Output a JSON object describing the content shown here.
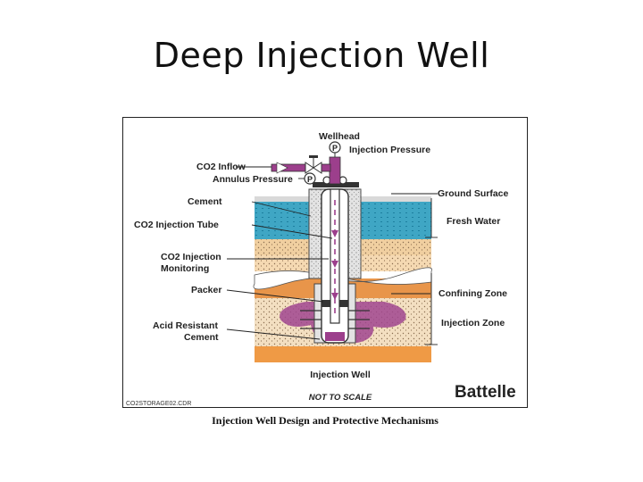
{
  "slide": {
    "title": "Deep Injection Well",
    "caption": "Injection Well Design and Protective Mechanisms"
  },
  "diagram": {
    "labels": {
      "wellhead": "Wellhead",
      "injection_pressure": "Injection Pressure",
      "co2_inflow": "CO2 Inflow",
      "annulus_pressure": "Annulus Pressure",
      "cement": "Cement",
      "co2_injection_tube": "CO2 Injection Tube",
      "co2_injection_line1": "CO2 Injection",
      "co2_injection_line2": "Monitoring",
      "packer": "Packer",
      "acid_resistant_line1": "Acid Resistant",
      "acid_resistant_line2": "Cement",
      "ground_surface": "Ground Surface",
      "fresh_water": "Fresh Water",
      "confining_zone": "Confining Zone",
      "injection_zone": "Injection Zone",
      "injection_well": "Injection Well",
      "not_to_scale": "NOT TO SCALE",
      "brand": "Battelle",
      "file_tag": "CO2STORAGE02.CDR",
      "gauge_symbol": "P"
    },
    "colors": {
      "fresh_water": "#3fa6c4",
      "sand": "#f0cfa0",
      "confining": "#e8954a",
      "injection_zone": "#f3dfc1",
      "co2_plume": "#a0468f",
      "deep_orange": "#ef9a45",
      "cement": "#e3e3e3",
      "pipe": "#9c3f8c"
    }
  }
}
